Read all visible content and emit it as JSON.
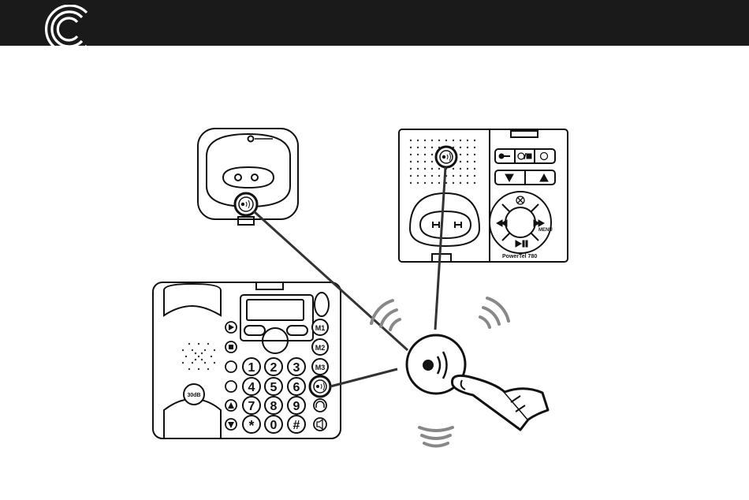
{
  "header": {
    "logo_icon": "concentric-c-logo-icon",
    "bg_color": "#1a1a1a"
  },
  "keypad": {
    "digits": [
      "1",
      "2",
      "3",
      "4",
      "5",
      "6",
      "7",
      "8",
      "9",
      "*",
      "0",
      "#"
    ],
    "memory_keys": [
      "M1",
      "M2",
      "M3"
    ],
    "volume_label": "30dB"
  },
  "base_station": {
    "menu_label": "MENU",
    "model_label": "PowerTel 780"
  },
  "accent_color": "#888888"
}
